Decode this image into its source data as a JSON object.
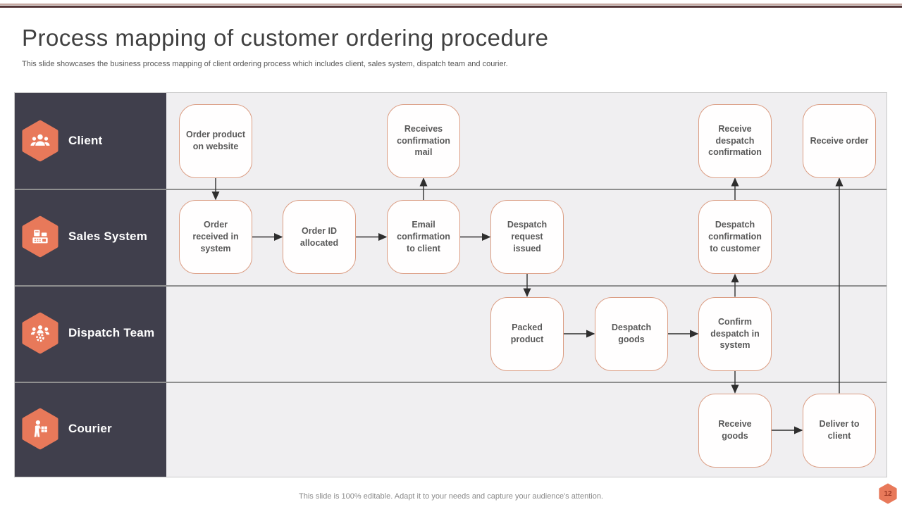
{
  "slide": {
    "title": "Process mapping of customer ordering procedure",
    "subtitle": "This slide showcases the business process mapping of client ordering process which includes client, sales system, dispatch team and courier.",
    "footer": "This slide is 100% editable. Adapt it to your needs and capture your audience's attention.",
    "page_number": "12"
  },
  "colors": {
    "accent": "#e8795a",
    "lane_header_bg": "#403f4c",
    "lane_bg": "#f0eff1",
    "box_border": "#db9d83",
    "arrow": "#2e2e2e"
  },
  "lanes": [
    {
      "id": "client",
      "label": "Client",
      "icon": "users-icon"
    },
    {
      "id": "sales",
      "label": "Sales System",
      "icon": "cash-register-icon"
    },
    {
      "id": "dispatch",
      "label": "Dispatch Team",
      "icon": "team-gear-icon"
    },
    {
      "id": "courier",
      "label": "Courier",
      "icon": "delivery-person-icon"
    }
  ],
  "nodes": [
    {
      "id": "order-website",
      "lane": "client",
      "label": "Order product on website"
    },
    {
      "id": "receives-mail",
      "lane": "client",
      "label": "Receives confirmation mail"
    },
    {
      "id": "receive-despatch-confirmation",
      "lane": "client",
      "label": "Receive despatch confirmation"
    },
    {
      "id": "receive-order",
      "lane": "client",
      "label": "Receive order"
    },
    {
      "id": "order-received",
      "lane": "sales",
      "label": "Order received in system"
    },
    {
      "id": "order-id",
      "lane": "sales",
      "label": "Order ID allocated"
    },
    {
      "id": "email-confirm",
      "lane": "sales",
      "label": "Email confirmation to client"
    },
    {
      "id": "despatch-request",
      "lane": "sales",
      "label": "Despatch request issued"
    },
    {
      "id": "despatch-confirmation",
      "lane": "sales",
      "label": "Despatch confirmation to customer"
    },
    {
      "id": "packed-product",
      "lane": "dispatch",
      "label": "Packed product"
    },
    {
      "id": "despatch-goods",
      "lane": "dispatch",
      "label": "Despatch goods"
    },
    {
      "id": "confirm-despatch",
      "lane": "dispatch",
      "label": "Confirm despatch in system"
    },
    {
      "id": "receive-goods",
      "lane": "courier",
      "label": "Receive goods"
    },
    {
      "id": "deliver-client",
      "lane": "courier",
      "label": "Deliver to client"
    }
  ],
  "edges": [
    {
      "from": "order-website",
      "to": "order-received"
    },
    {
      "from": "order-received",
      "to": "order-id"
    },
    {
      "from": "order-id",
      "to": "email-confirm"
    },
    {
      "from": "email-confirm",
      "to": "receives-mail"
    },
    {
      "from": "email-confirm",
      "to": "despatch-request"
    },
    {
      "from": "despatch-request",
      "to": "packed-product"
    },
    {
      "from": "packed-product",
      "to": "despatch-goods"
    },
    {
      "from": "despatch-goods",
      "to": "confirm-despatch"
    },
    {
      "from": "confirm-despatch",
      "to": "despatch-confirmation"
    },
    {
      "from": "despatch-confirmation",
      "to": "receive-despatch-confirmation"
    },
    {
      "from": "confirm-despatch",
      "to": "receive-goods"
    },
    {
      "from": "receive-goods",
      "to": "deliver-client"
    },
    {
      "from": "deliver-client",
      "to": "receive-order"
    }
  ]
}
